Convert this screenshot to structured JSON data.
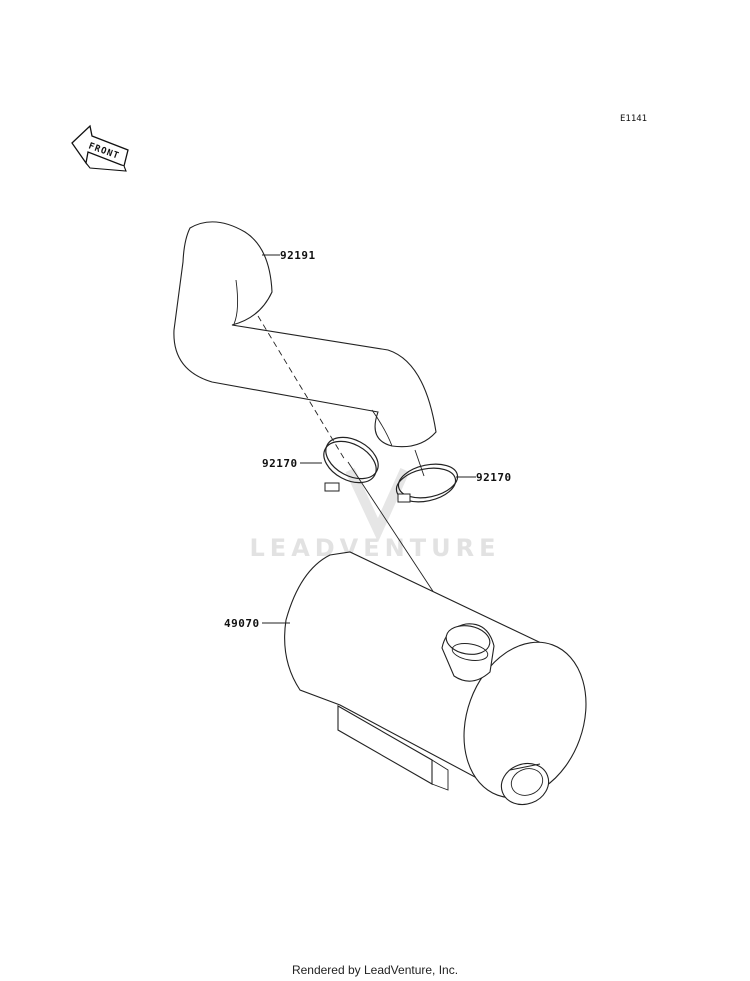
{
  "diagram": {
    "code": "E1141",
    "front_label": "FRONT",
    "watermark": "LEADVENTURE",
    "parts": {
      "exhaust_pipe": "92191",
      "clamp_left": "92170",
      "clamp_right": "92170",
      "muffler": "49070"
    }
  },
  "footer": {
    "text": "Rendered by LeadVenture, Inc."
  }
}
